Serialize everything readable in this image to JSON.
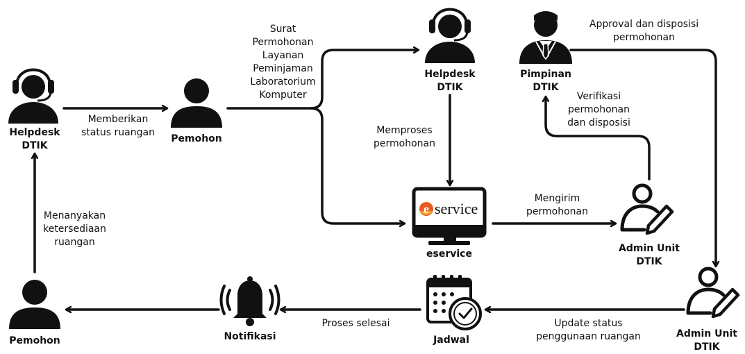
{
  "nodes": {
    "helpdesk_left": "Helpdesk\nDTIK",
    "pemohon_top": "Pemohon",
    "helpdesk_top": "Helpdesk\nDTIK",
    "pimpinan": "Pimpinan\nDTIK",
    "eservice": "eservice",
    "eservice_logo_letter": "e",
    "eservice_logo_text": "service",
    "admin_unit_mid": "Admin Unit\nDTIK",
    "admin_unit_right": "Admin Unit\nDTIK",
    "jadwal": "Jadwal",
    "notifikasi": "Notifikasi",
    "pemohon_bottom": "Pemohon"
  },
  "edges": {
    "memberikan": "Memberikan\nstatus ruangan",
    "surat": "Surat\nPermohonan\nLayanan\nPeminjaman\nLaboratorium\nKomputer",
    "memproses": "Memproses\npermohonan",
    "approval": "Approval dan disposisi\npermohonan",
    "verifikasi": "Verifikasi\npermohonan\ndan disposisi",
    "mengirim": "Mengirim\npermohonan",
    "menanyakan": "Menanyakan\nketersediaan\nruangan",
    "update": "Update status\npenggunaan ruangan",
    "proses_selesai": "Proses selesai"
  },
  "colors": {
    "ink": "#111111",
    "logo_orange": "#e85a24",
    "logo_yellow": "#f5a623",
    "logo_red": "#d4213d"
  }
}
